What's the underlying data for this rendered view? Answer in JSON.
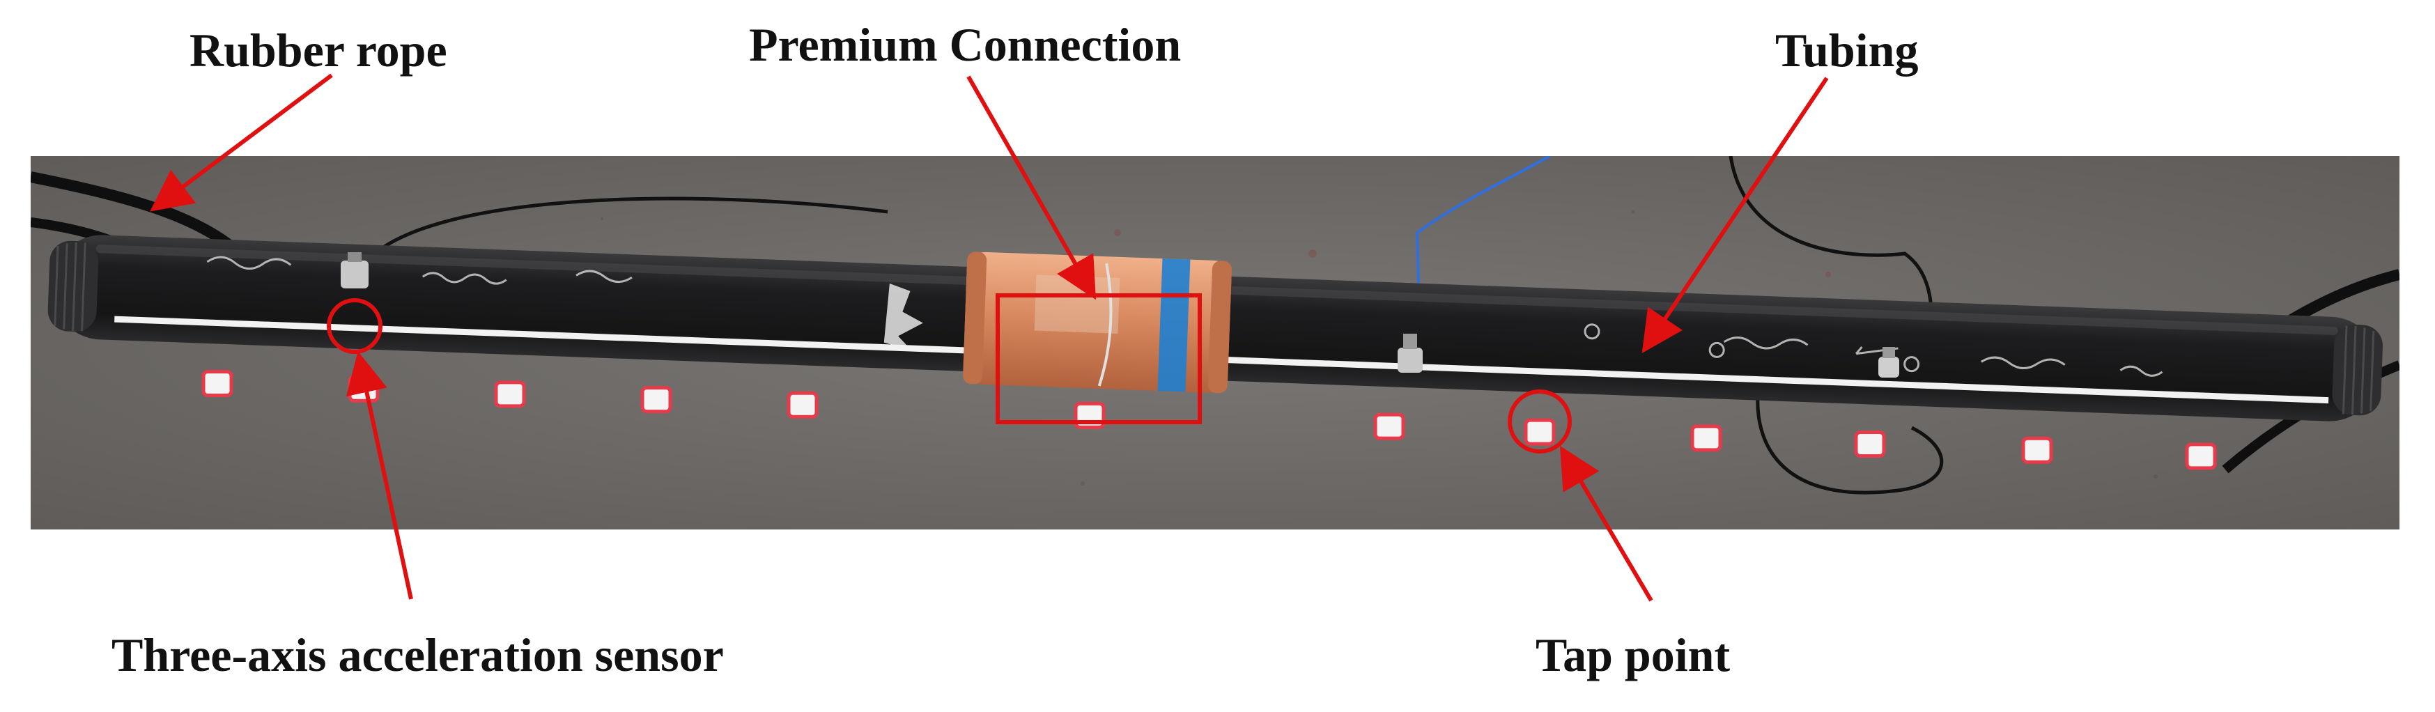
{
  "figure": {
    "labels": {
      "rubber_rope": "Rubber rope",
      "premium_connection": "Premium Connection",
      "tubing": "Tubing",
      "three_axis_sensor": "Three-axis acceleration sensor",
      "tap_point": "Tap point"
    },
    "annotation_color": "#e01010",
    "tap_marker_count": 12
  },
  "colors": {
    "floor": "#6f6c69",
    "tubing": "#1c1c1d",
    "coupling": "#d98a60",
    "tape_blue": "#1f7fd0",
    "tap_marker": "#e83a4a",
    "background": "#ffffff",
    "label_text": "#111111"
  }
}
